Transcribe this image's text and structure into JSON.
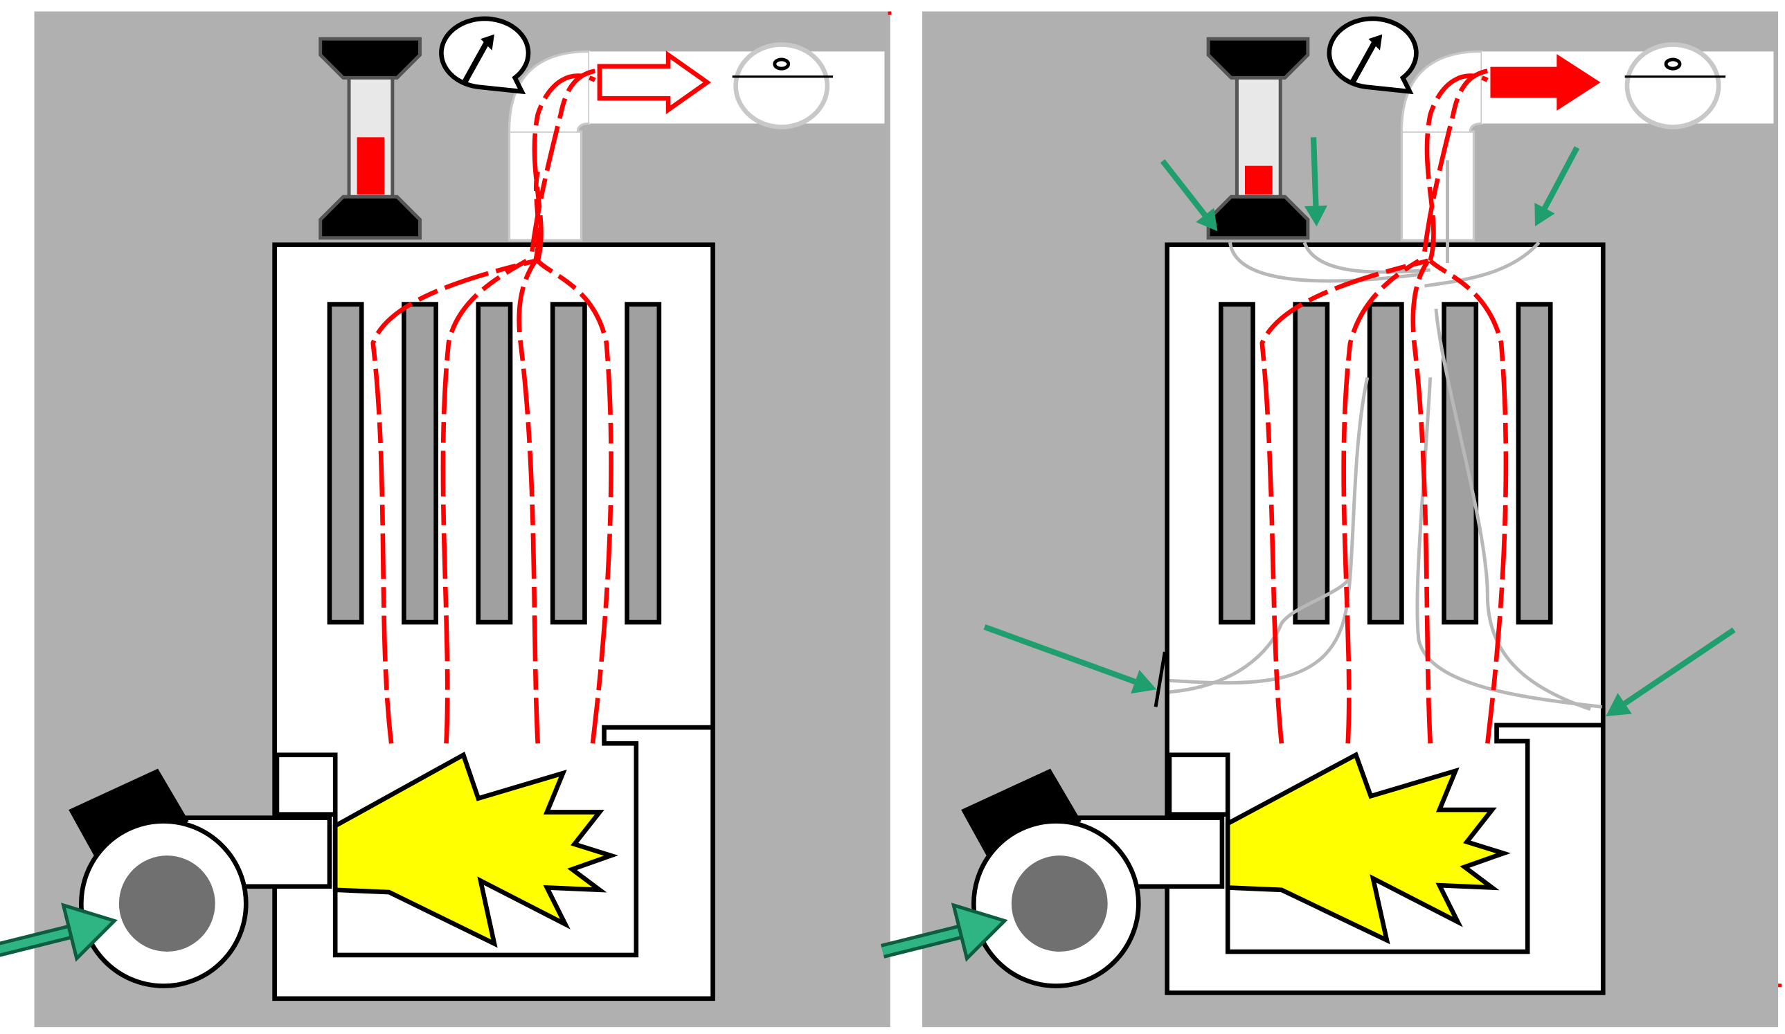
{
  "figure": {
    "panel_count": 2,
    "colors": {
      "background_panel": "#b0b0b0",
      "boiler_body": "#ffffff",
      "outline": "#000000",
      "flue_tube": "#a0a0a0",
      "flame": "#ffff00",
      "flue_gas_path": "#ff0000",
      "infiltration_air_path": "#b8b8b8",
      "air_arrow": "#1f9e6e",
      "burner_motor": "#000000",
      "fan_housing_core": "#707070",
      "draft_gauge_fill": "#ff0000"
    }
  },
  "panels": [
    {
      "id": "left",
      "draft_gauge_level": 0.5,
      "flue_arrow_style": "outline",
      "infiltration_leaks": 0,
      "air_inlet_arrows": 1,
      "icons": [
        "draft-gauge-icon",
        "pressure-dial-icon",
        "damper-icon",
        "burner-fan-icon",
        "flame-icon",
        "air-inlet-arrow-icon"
      ]
    },
    {
      "id": "right",
      "draft_gauge_level": 0.25,
      "flue_arrow_style": "filled",
      "infiltration_leaks": 5,
      "air_inlet_arrows": 1,
      "icons": [
        "draft-gauge-icon",
        "pressure-dial-icon",
        "damper-icon",
        "burner-fan-icon",
        "flame-icon",
        "air-inlet-arrow-icon",
        "leak-arrow-icon"
      ]
    }
  ]
}
